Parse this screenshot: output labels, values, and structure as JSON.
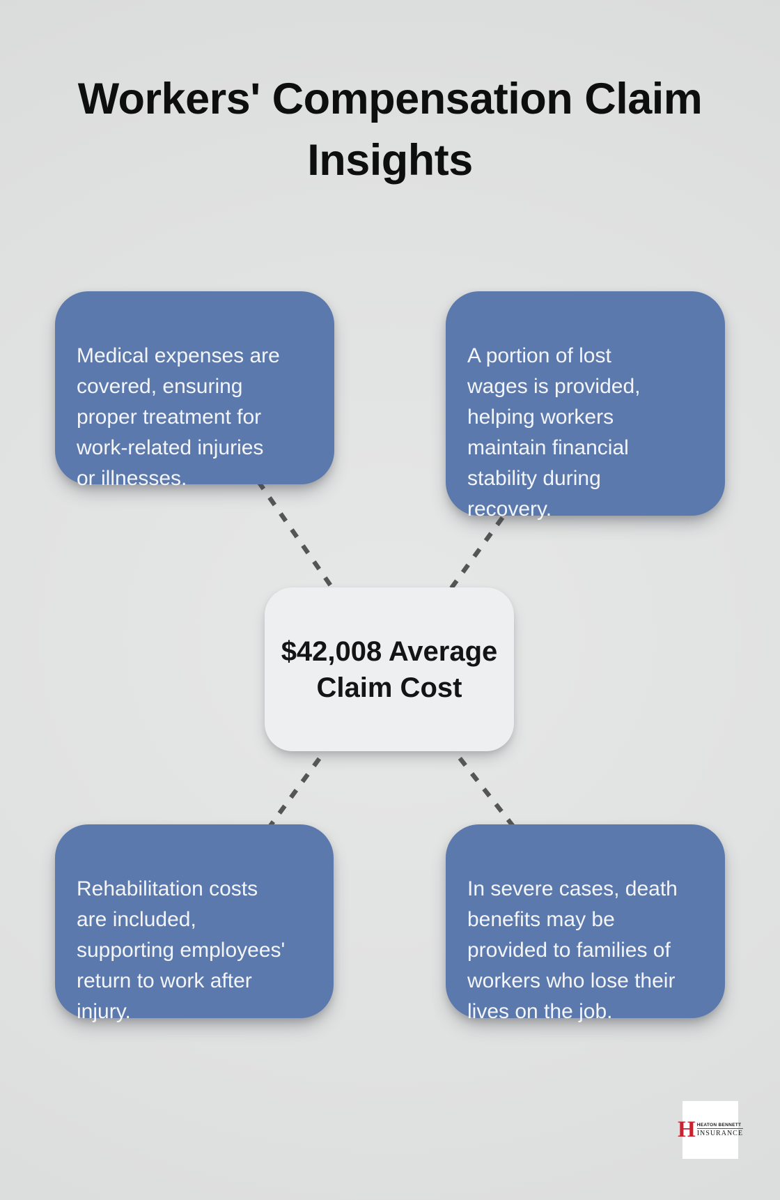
{
  "title": "Workers' Compensation Claim\nInsights",
  "center": {
    "label": "$42,008 Average\nClaim Cost"
  },
  "cards": [
    {
      "id": "medical-expenses",
      "text": "Medical expenses are\ncovered, ensuring\nproper treatment for\nwork-related injuries\nor illnesses."
    },
    {
      "id": "lost-wages",
      "text": "A portion of lost\nwages is provided,\nhelping workers\nmaintain financial\nstability during\nrecovery."
    },
    {
      "id": "rehabilitation",
      "text": "Rehabilitation costs\nare included,\nsupporting employees'\nreturn to work after\ninjury."
    },
    {
      "id": "death-benefits",
      "text": "In severe cases, death\nbenefits may be\nprovided to families of\nworkers who lose their\nlives on the job."
    }
  ],
  "logo": {
    "letter": "H",
    "name": "HEATON BENNETT",
    "type": "INSURANCE"
  },
  "colors": {
    "card_blue": "#5b79ac",
    "background": "#dfe0e0",
    "center_box": "#edeff1",
    "dash_line": "#555555",
    "title_text": "#0e0e0e",
    "card_text": "#f3f5f8",
    "logo_red": "#c8232f"
  }
}
